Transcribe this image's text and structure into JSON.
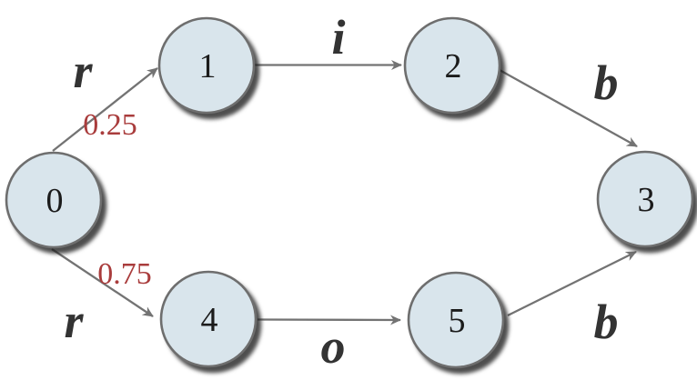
{
  "diagram": {
    "type": "directed-graph",
    "background": "#ffffff",
    "nodes": [
      {
        "id": "0",
        "label": "0"
      },
      {
        "id": "1",
        "label": "1"
      },
      {
        "id": "2",
        "label": "2"
      },
      {
        "id": "3",
        "label": "3"
      },
      {
        "id": "4",
        "label": "4"
      },
      {
        "id": "5",
        "label": "5"
      }
    ],
    "edges": [
      {
        "from": "0",
        "to": "1",
        "label": "r",
        "probability": "0.25"
      },
      {
        "from": "1",
        "to": "2",
        "label": "i"
      },
      {
        "from": "2",
        "to": "3",
        "label": "b"
      },
      {
        "from": "0",
        "to": "4",
        "label": "r",
        "probability": "0.75"
      },
      {
        "from": "4",
        "to": "5",
        "label": "o"
      },
      {
        "from": "5",
        "to": "3",
        "label": "b"
      }
    ],
    "colors": {
      "node_fill": "#d9e5ec",
      "node_border": "#6e6e6e",
      "node_label": "#1b1b1b",
      "edge": "#737373",
      "edge_label": "#333333",
      "probability_label": "#a93c3c"
    }
  }
}
